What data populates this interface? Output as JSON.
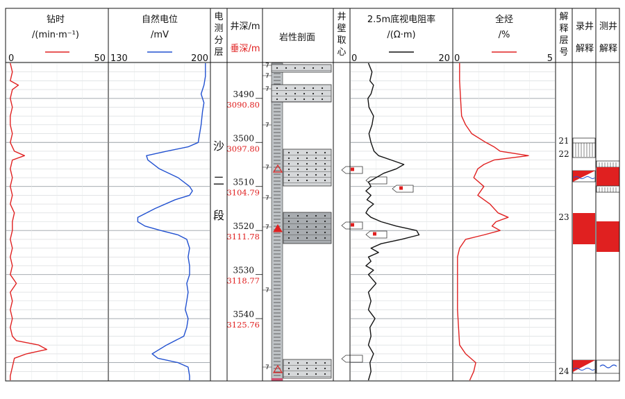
{
  "title": "",
  "columns": {
    "drill_time": {
      "label": "钻时",
      "unit": "/(min·m⁻¹)",
      "min": "0",
      "max": "50",
      "color": "#e02020"
    },
    "sp": {
      "label": "自然电位",
      "unit": "/mV",
      "min": "130",
      "max": "200",
      "color": "#2050d0"
    },
    "zone": {
      "label_lines": [
        "电",
        "测",
        "分",
        "层"
      ]
    },
    "depth": {
      "md_label": "井深/m",
      "tvd_label": "垂深/m"
    },
    "lithology": {
      "label": "岩性剖面"
    },
    "core": {
      "label_lines": [
        "井",
        "壁",
        "取",
        "心"
      ]
    },
    "resistivity": {
      "label": "2.5m底视电阻率",
      "unit": "/(Ω·m)",
      "min": "0",
      "max": "20",
      "color": "#111111"
    },
    "total_gas": {
      "label": "全烃",
      "unit": "/%",
      "min": "0",
      "max": "5",
      "color": "#e02020"
    },
    "layer_no": {
      "label_lines": [
        "解",
        "释",
        "层",
        "号"
      ]
    },
    "mud_interp": {
      "label_lines": [
        "录井",
        "解释"
      ]
    },
    "log_interp": {
      "label_lines": [
        "测井",
        "解释"
      ]
    }
  },
  "formation": {
    "chars": [
      "沙",
      "二",
      "段"
    ]
  },
  "depth_marks": [
    {
      "md": "3490",
      "tvd": "3090.80"
    },
    {
      "md": "3500",
      "tvd": "3097.80"
    },
    {
      "md": "3510",
      "tvd": "3104.79"
    },
    {
      "md": "3520",
      "tvd": "3111.78"
    },
    {
      "md": "3530",
      "tvd": "3118.77"
    },
    {
      "md": "3540",
      "tvd": "3125.76"
    }
  ],
  "layers": [
    {
      "no": "21",
      "md": 3500.3
    },
    {
      "no": "22",
      "md": 3503.3
    },
    {
      "no": "23",
      "md": 3517.6
    },
    {
      "no": "24",
      "md": 3552.6
    }
  ],
  "lith_marker": "7",
  "chart_data": {
    "type": "line",
    "y_axis": {
      "label": "井深/m",
      "range": [
        3482,
        3554
      ]
    },
    "series": [
      {
        "name": "钻时",
        "xlim": [
          0,
          50
        ],
        "points": [
          [
            3482,
            2
          ],
          [
            3484,
            3
          ],
          [
            3486,
            2
          ],
          [
            3487,
            6
          ],
          [
            3488,
            3
          ],
          [
            3490,
            2
          ],
          [
            3492,
            3
          ],
          [
            3494,
            2
          ],
          [
            3496,
            2
          ],
          [
            3498,
            3
          ],
          [
            3500,
            2
          ],
          [
            3502,
            4
          ],
          [
            3503,
            9
          ],
          [
            3504,
            3
          ],
          [
            3506,
            2
          ],
          [
            3508,
            3
          ],
          [
            3510,
            2
          ],
          [
            3512,
            3
          ],
          [
            3514,
            2
          ],
          [
            3516,
            4
          ],
          [
            3518,
            3
          ],
          [
            3520,
            3
          ],
          [
            3522,
            2
          ],
          [
            3524,
            3
          ],
          [
            3526,
            2
          ],
          [
            3528,
            3
          ],
          [
            3530,
            2
          ],
          [
            3532,
            5
          ],
          [
            3534,
            2
          ],
          [
            3536,
            3
          ],
          [
            3538,
            2
          ],
          [
            3540,
            3
          ],
          [
            3542,
            2
          ],
          [
            3544,
            3
          ],
          [
            3545,
            5
          ],
          [
            3546,
            16
          ],
          [
            3547,
            20
          ],
          [
            3548,
            10
          ],
          [
            3549,
            4
          ],
          [
            3551,
            3
          ],
          [
            3553,
            2
          ],
          [
            3554,
            2
          ]
        ]
      },
      {
        "name": "自然电位",
        "xlim": [
          130,
          200
        ],
        "points": [
          [
            3482,
            197
          ],
          [
            3485,
            197
          ],
          [
            3487,
            196
          ],
          [
            3489,
            194
          ],
          [
            3491,
            196
          ],
          [
            3493,
            195
          ],
          [
            3496,
            194
          ],
          [
            3498,
            193
          ],
          [
            3500,
            192
          ],
          [
            3501,
            185
          ],
          [
            3502,
            170
          ],
          [
            3503,
            156
          ],
          [
            3504,
            157
          ],
          [
            3506,
            165
          ],
          [
            3508,
            178
          ],
          [
            3510,
            186
          ],
          [
            3511,
            188
          ],
          [
            3512,
            186
          ],
          [
            3513,
            176
          ],
          [
            3515,
            162
          ],
          [
            3517,
            150
          ],
          [
            3518,
            150
          ],
          [
            3519,
            155
          ],
          [
            3520,
            166
          ],
          [
            3521,
            178
          ],
          [
            3522,
            184
          ],
          [
            3524,
            186
          ],
          [
            3526,
            185
          ],
          [
            3528,
            186
          ],
          [
            3530,
            186
          ],
          [
            3532,
            184
          ],
          [
            3534,
            185
          ],
          [
            3536,
            184
          ],
          [
            3538,
            183
          ],
          [
            3540,
            185
          ],
          [
            3542,
            184
          ],
          [
            3544,
            182
          ],
          [
            3546,
            170
          ],
          [
            3548,
            160
          ],
          [
            3549,
            164
          ],
          [
            3550,
            178
          ],
          [
            3551,
            185
          ],
          [
            3553,
            186
          ],
          [
            3554,
            186
          ]
        ]
      },
      {
        "name": "2.5m底视电阻率",
        "xlim": [
          0,
          20
        ],
        "points": [
          [
            3482,
            3.5
          ],
          [
            3484,
            4.2
          ],
          [
            3486,
            3.8
          ],
          [
            3487,
            4.5
          ],
          [
            3489,
            4.0
          ],
          [
            3490,
            3.4
          ],
          [
            3492,
            3.6
          ],
          [
            3494,
            4.5
          ],
          [
            3496,
            4.2
          ],
          [
            3498,
            3.6
          ],
          [
            3500,
            4.0
          ],
          [
            3502,
            4.6
          ],
          [
            3503,
            5.5
          ],
          [
            3504,
            8.0
          ],
          [
            3505,
            10.5
          ],
          [
            3506,
            9.0
          ],
          [
            3507,
            6.5
          ],
          [
            3508,
            5.0
          ],
          [
            3509,
            3.5
          ],
          [
            3510,
            4.0
          ],
          [
            3511,
            3.0
          ],
          [
            3512,
            4.0
          ],
          [
            3513,
            3.2
          ],
          [
            3514,
            4.5
          ],
          [
            3515,
            3.5
          ],
          [
            3516,
            3.0
          ],
          [
            3517,
            4.0
          ],
          [
            3518,
            6.0
          ],
          [
            3519,
            9.0
          ],
          [
            3520,
            13.0
          ],
          [
            3521,
            13.5
          ],
          [
            3522,
            10.0
          ],
          [
            3523,
            6.0
          ],
          [
            3524,
            4.0
          ],
          [
            3525,
            5.5
          ],
          [
            3526,
            3.5
          ],
          [
            3527,
            4.0
          ],
          [
            3528,
            3.0
          ],
          [
            3529,
            4.5
          ],
          [
            3530,
            3.5
          ],
          [
            3532,
            5.0
          ],
          [
            3534,
            3.5
          ],
          [
            3536,
            4.0
          ],
          [
            3538,
            3.5
          ],
          [
            3540,
            4.8
          ],
          [
            3542,
            3.8
          ],
          [
            3544,
            4.0
          ],
          [
            3546,
            3.5
          ],
          [
            3548,
            4.5
          ],
          [
            3550,
            3.8
          ],
          [
            3552,
            4.0
          ],
          [
            3554,
            3.5
          ]
        ]
      },
      {
        "name": "全烃",
        "xlim": [
          0,
          5
        ],
        "points": [
          [
            3482,
            0.3
          ],
          [
            3486,
            0.3
          ],
          [
            3490,
            0.35
          ],
          [
            3494,
            0.4
          ],
          [
            3496,
            0.6
          ],
          [
            3498,
            0.9
          ],
          [
            3500,
            1.6
          ],
          [
            3501,
            2.0
          ],
          [
            3502,
            2.3
          ],
          [
            3503,
            3.7
          ],
          [
            3504,
            2.0
          ],
          [
            3505,
            1.5
          ],
          [
            3506,
            1.2
          ],
          [
            3508,
            1.0
          ],
          [
            3510,
            1.5
          ],
          [
            3512,
            1.2
          ],
          [
            3514,
            1.8
          ],
          [
            3516,
            2.2
          ],
          [
            3517,
            2.7
          ],
          [
            3518,
            2.1
          ],
          [
            3519,
            1.9
          ],
          [
            3520,
            2.3
          ],
          [
            3521,
            1.5
          ],
          [
            3522,
            0.6
          ],
          [
            3524,
            0.3
          ],
          [
            3526,
            0.2
          ],
          [
            3530,
            0.2
          ],
          [
            3534,
            0.2
          ],
          [
            3538,
            0.2
          ],
          [
            3542,
            0.25
          ],
          [
            3546,
            0.3
          ],
          [
            3548,
            0.6
          ],
          [
            3550,
            1.1
          ],
          [
            3552,
            1.0
          ],
          [
            3554,
            0.8
          ]
        ]
      }
    ]
  }
}
